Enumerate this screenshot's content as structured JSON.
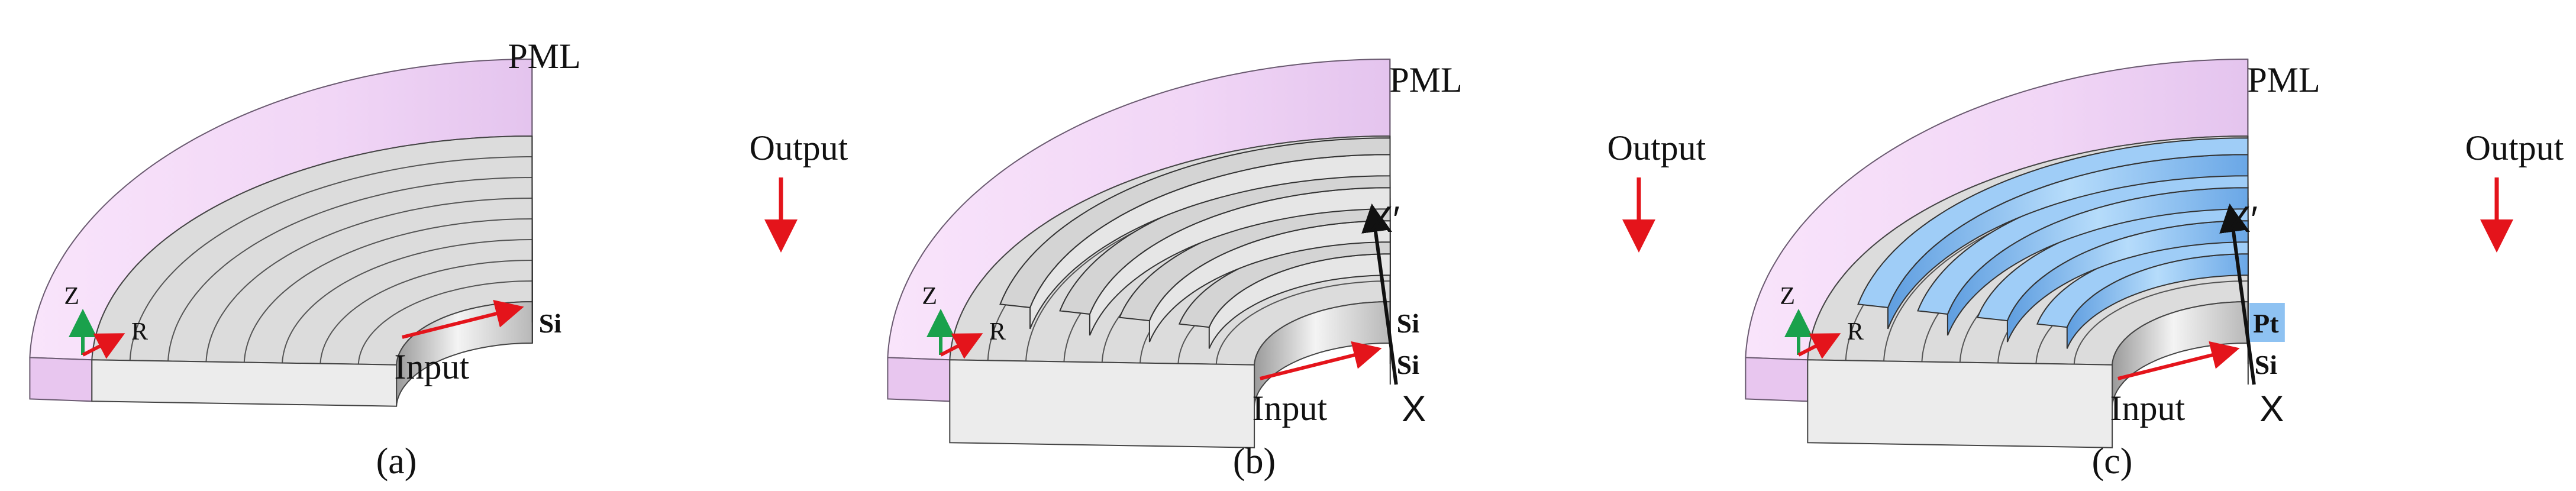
{
  "panels": [
    {
      "caption": "(a)",
      "pml_label": "PML",
      "output_label": "Output",
      "input_label": "Input",
      "materials": [
        "Si"
      ],
      "axis": {
        "z": "Z",
        "r": "R"
      }
    },
    {
      "caption": "(b)",
      "pml_label": "PML",
      "output_label": "Output",
      "input_label": "Input",
      "materials": [
        "Si",
        "Si"
      ],
      "cut_start": "X",
      "cut_end": "X′",
      "axis": {
        "z": "Z",
        "r": "R"
      }
    },
    {
      "caption": "(c)",
      "pml_label": "PML",
      "output_label": "Output",
      "input_label": "Input",
      "materials": [
        "Pt",
        "Si"
      ],
      "cut_start": "X",
      "cut_end": "X′",
      "axis": {
        "z": "Z",
        "r": "R"
      }
    }
  ],
  "colors": {
    "pml_top": "#f3d8f5",
    "pml_side": "#b89ac4",
    "silicon": "#dcdcdc",
    "platinum": "#8ec2f2",
    "arrow": "#e4141b",
    "axis_z": "#1aa14c",
    "axis_r": "#e4141b"
  }
}
